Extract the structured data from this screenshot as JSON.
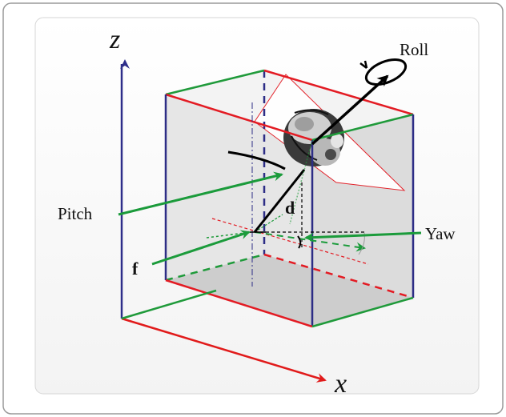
{
  "figure": {
    "axes": {
      "z": "z",
      "x": "x"
    },
    "labels": {
      "roll": "Roll",
      "pitch": "Pitch",
      "yaw": "Yaw",
      "d": "d",
      "f": "f"
    },
    "colors": {
      "frame_outer": "#9a9a9a",
      "axis_z": "#2e2e8a",
      "axis_x": "#e11a1a",
      "box_red": "#e31b23",
      "box_green": "#1f9a3a",
      "box_blue": "#2d2d86",
      "plane_fill": "#ececec",
      "floor_fill": "#cfcfcf",
      "arrow_green": "#1b9b3b",
      "arrow_black": "#000000"
    },
    "icons": {
      "image_slice": "skull-slice-icon",
      "roll_arrow": "rotation-arrow-icon"
    }
  }
}
